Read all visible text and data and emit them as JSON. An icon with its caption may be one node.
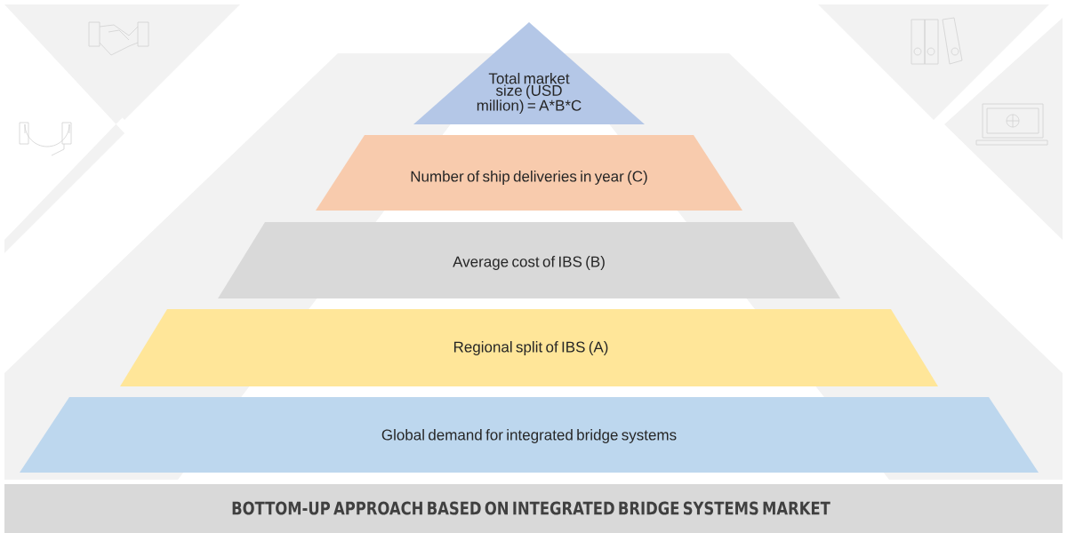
{
  "diagram": {
    "nodes": [
      {
        "text": [
          "Total market size (USD million) = A*B*C"
        ]
      },
      {
        "text": [
          "Number of ship deliveries in year (C)"
        ]
      },
      {
        "text": [
          "Average cost of IBS (B)"
        ]
      },
      {
        "text": [
          "Regional split of IBS (A)"
        ]
      },
      {
        "text": [
          "Global demand for integrated bridge systems"
        ]
      },
      {
        "text": [
          "BOTTOM-UP APPROACH BASED ON INTEGRATED BRIDGE SYSTEMS MARKET"
        ]
      }
    ]
  }
}
